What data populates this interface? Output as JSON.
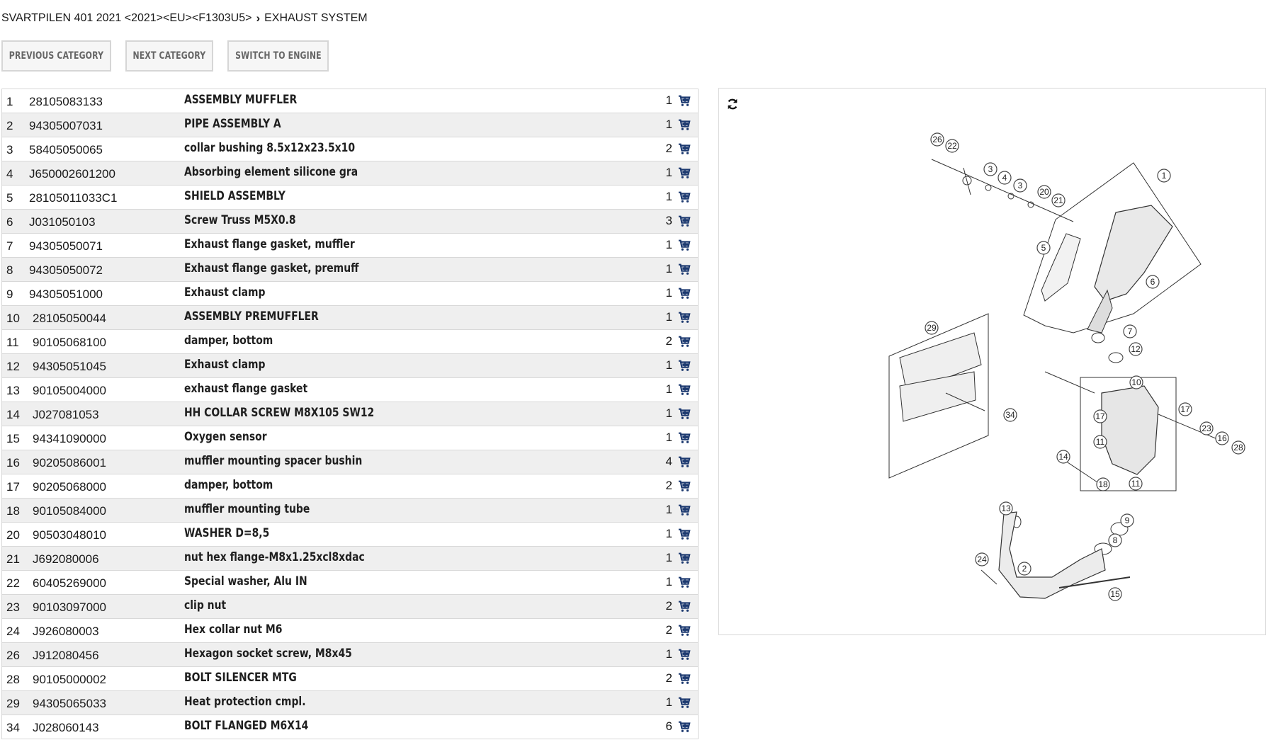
{
  "breadcrumb": {
    "model": "SVARTPILEN 401 2021 <2021><EU><F1303U5>",
    "category": "EXHAUST SYSTEM"
  },
  "buttons": {
    "previous": "PREVIOUS CATEGORY",
    "next": "NEXT CATEGORY",
    "switch": "SWITCH TO ENGINE"
  },
  "colors": {
    "cart_icon": "#1d3a70",
    "row_alt": "#efefef",
    "border": "#d8d8d8"
  },
  "icons": {
    "cart": "cart-icon",
    "refresh": "refresh-icon"
  },
  "parts": [
    {
      "pos": "1",
      "part_no": "28105083133",
      "desc": "ASSEMBLY MUFFLER",
      "qty": "1"
    },
    {
      "pos": "2",
      "part_no": "94305007031",
      "desc": "PIPE ASSEMBLY A",
      "qty": "1"
    },
    {
      "pos": "3",
      "part_no": "58405050065",
      "desc": "collar bushing 8.5x12x23.5x10",
      "qty": "2"
    },
    {
      "pos": "4",
      "part_no": "J650002601200",
      "desc": "Absorbing element silicone gra",
      "qty": "1"
    },
    {
      "pos": "5",
      "part_no": "28105011033C1",
      "desc": "SHIELD ASSEMBLY",
      "qty": "1"
    },
    {
      "pos": "6",
      "part_no": "J031050103",
      "desc": "Screw Truss M5X0.8",
      "qty": "3"
    },
    {
      "pos": "7",
      "part_no": "94305050071",
      "desc": "Exhaust flange gasket, muffler",
      "qty": "1"
    },
    {
      "pos": "8",
      "part_no": "94305050072",
      "desc": "Exhaust flange gasket, premuff",
      "qty": "1"
    },
    {
      "pos": "9",
      "part_no": "94305051000",
      "desc": "Exhaust clamp",
      "qty": "1"
    },
    {
      "pos": "10",
      "part_no": "28105050044",
      "desc": "ASSEMBLY PREMUFFLER",
      "qty": "1"
    },
    {
      "pos": "11",
      "part_no": "90105068100",
      "desc": "damper, bottom",
      "qty": "2"
    },
    {
      "pos": "12",
      "part_no": "94305051045",
      "desc": "Exhaust clamp",
      "qty": "1"
    },
    {
      "pos": "13",
      "part_no": "90105004000",
      "desc": "exhaust flange gasket",
      "qty": "1"
    },
    {
      "pos": "14",
      "part_no": "J027081053",
      "desc": "HH COLLAR SCREW M8X105 SW12",
      "qty": "1"
    },
    {
      "pos": "15",
      "part_no": "94341090000",
      "desc": "Oxygen sensor",
      "qty": "1"
    },
    {
      "pos": "16",
      "part_no": "90205086001",
      "desc": "muffler mounting spacer bushin",
      "qty": "4"
    },
    {
      "pos": "17",
      "part_no": "90205068000",
      "desc": "damper, bottom",
      "qty": "2"
    },
    {
      "pos": "18",
      "part_no": "90105084000",
      "desc": "muffler mounting tube",
      "qty": "1"
    },
    {
      "pos": "20",
      "part_no": "90503048010",
      "desc": "WASHER D=8,5",
      "qty": "1"
    },
    {
      "pos": "21",
      "part_no": "J692080006",
      "desc": "nut hex flange-M8x1.25xcl8xdac",
      "qty": "1"
    },
    {
      "pos": "22",
      "part_no": "60405269000",
      "desc": "Special washer, Alu IN",
      "qty": "1"
    },
    {
      "pos": "23",
      "part_no": "90103097000",
      "desc": "clip nut",
      "qty": "2"
    },
    {
      "pos": "24",
      "part_no": "J926080003",
      "desc": "Hex collar nut M6",
      "qty": "2"
    },
    {
      "pos": "26",
      "part_no": "J912080456",
      "desc": "Hexagon socket screw, M8x45",
      "qty": "1"
    },
    {
      "pos": "28",
      "part_no": "90105000002",
      "desc": "BOLT SILENCER MTG",
      "qty": "2"
    },
    {
      "pos": "29",
      "part_no": "94305065033",
      "desc": "Heat protection cmpl.",
      "qty": "1"
    },
    {
      "pos": "34",
      "part_no": "J028060143",
      "desc": "BOLT FLANGED M6X14",
      "qty": "6"
    }
  ],
  "diagram": {
    "callouts": [
      "26",
      "22",
      "3",
      "4",
      "3",
      "20",
      "21",
      "1",
      "5",
      "6",
      "7",
      "12",
      "10",
      "29",
      "34",
      "17",
      "17",
      "23",
      "16",
      "28",
      "11",
      "14",
      "18",
      "11",
      "13",
      "9",
      "8",
      "24",
      "2",
      "15"
    ]
  }
}
